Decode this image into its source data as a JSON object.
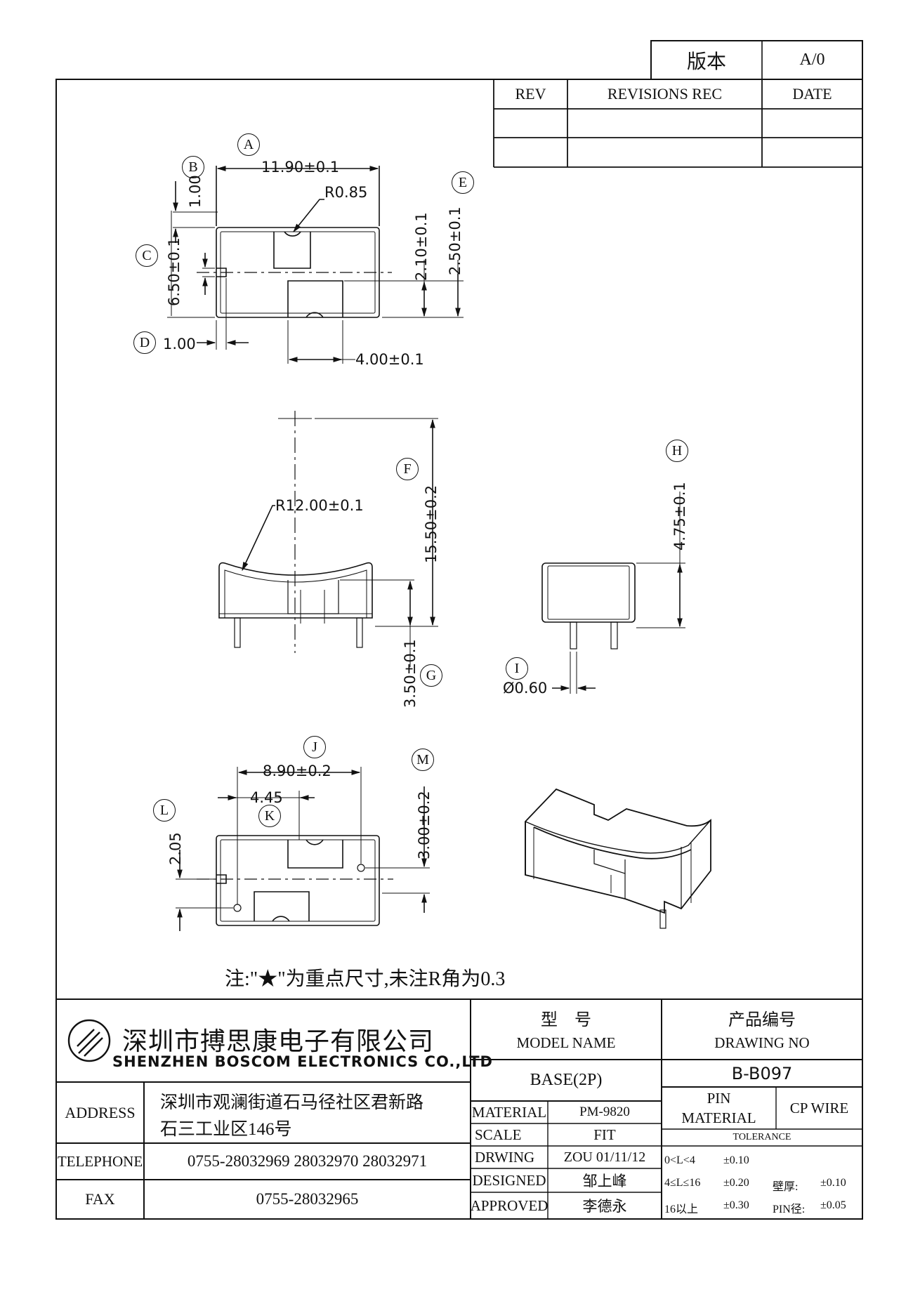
{
  "version": {
    "label": "版本",
    "value": "A/0"
  },
  "revisions": {
    "rev_header": "REV",
    "rec_header": "REVISIONS REC",
    "date_header": "DATE"
  },
  "callouts": [
    "A",
    "B",
    "C",
    "D",
    "E",
    "F",
    "G",
    "H",
    "I",
    "J",
    "K",
    "L",
    "M"
  ],
  "dims": {
    "a": "11.90±0.1",
    "b": "1.00",
    "r085": "R0.85",
    "c": "6.50±0.1",
    "d": "1.00",
    "e1": "2.10±0.1",
    "e2": "2.50±0.1",
    "w400": "4.00±0.1",
    "f": "15.50±0.2",
    "r12": "R12.00±0.1",
    "g": "3.50±0.1",
    "h": "4.75±0.1",
    "i": "Ø0.60",
    "j": "8.90±0.2",
    "k": "4.45",
    "l": "2.05",
    "m": "3.00±0.2"
  },
  "note": "注:\"★\"为重点尺寸,未注R角为0.3",
  "company": {
    "name_cn": "深圳市搏思康电子有限公司",
    "name_en": "SHENZHEN BOSCOM ELECTRONICS CO.,LTD"
  },
  "model": {
    "label_cn": "型    号",
    "label_en": "MODEL NAME",
    "value": "BASE(2P)"
  },
  "drawing": {
    "label_cn": "产品编号",
    "label_en": "DRAWING NO",
    "value": "B-B097"
  },
  "address": {
    "label": "ADDRESS",
    "line1": "深圳市观澜街道石马径社区君新路",
    "line2": "石三工业区146号"
  },
  "telephone": {
    "label": "TELEPHONE",
    "value": "0755-28032969 28032970 28032971"
  },
  "fax": {
    "label": "FAX",
    "value": "0755-28032965"
  },
  "material": {
    "label": "MATERIAL",
    "value": "PM-9820"
  },
  "scale": {
    "label": "SCALE",
    "value": "FIT"
  },
  "drwing": {
    "label": "DRWING",
    "value": "ZOU 01/11/12"
  },
  "designed": {
    "label": "DESIGNED",
    "value": "邹上峰"
  },
  "approved": {
    "label": "APPROVED",
    "value": "李德永"
  },
  "pin_material": {
    "label1": "PIN",
    "label2": "MATERIAL",
    "value": "CP WIRE"
  },
  "tolerance": {
    "title": "TOLERANCE",
    "rows": [
      {
        "range": "0<L<4",
        "tol": "±0.10",
        "extra_label": "",
        "extra_tol": ""
      },
      {
        "range": "4≤L≤16",
        "tol": "±0.20",
        "extra_label": "壁厚:",
        "extra_tol": "±0.10"
      },
      {
        "range": "16以上",
        "tol": "±0.30",
        "extra_label": "PIN径:",
        "extra_tol": "±0.05"
      }
    ]
  }
}
